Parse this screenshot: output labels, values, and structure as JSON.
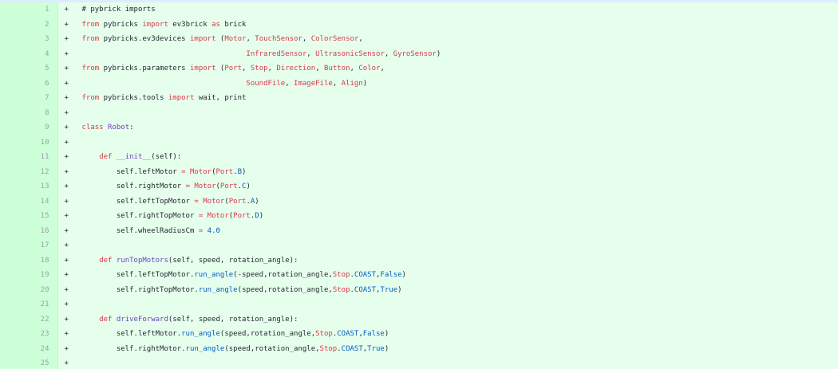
{
  "diff": {
    "marker": "+",
    "lines": [
      {
        "n": "1",
        "tokens": [
          {
            "c": "txt",
            "t": "# pybrick imports"
          }
        ]
      },
      {
        "n": "2",
        "tokens": [
          {
            "c": "kw",
            "t": "from"
          },
          {
            "c": "txt",
            "t": " pybricks "
          },
          {
            "c": "kw",
            "t": "import"
          },
          {
            "c": "txt",
            "t": " ev3brick "
          },
          {
            "c": "kw",
            "t": "as"
          },
          {
            "c": "txt",
            "t": " brick"
          }
        ]
      },
      {
        "n": "3",
        "tokens": [
          {
            "c": "kw",
            "t": "from"
          },
          {
            "c": "txt",
            "t": " pybricks.ev3devices "
          },
          {
            "c": "kw",
            "t": "import"
          },
          {
            "c": "txt",
            "t": " ("
          },
          {
            "c": "kw",
            "t": "Motor"
          },
          {
            "c": "txt",
            "t": ", "
          },
          {
            "c": "kw",
            "t": "TouchSensor"
          },
          {
            "c": "txt",
            "t": ", "
          },
          {
            "c": "kw",
            "t": "ColorSensor"
          },
          {
            "c": "txt",
            "t": ","
          }
        ]
      },
      {
        "n": "4",
        "tokens": [
          {
            "c": "txt",
            "t": "                                      "
          },
          {
            "c": "kw",
            "t": "InfraredSensor"
          },
          {
            "c": "txt",
            "t": ", "
          },
          {
            "c": "kw",
            "t": "UltrasonicSensor"
          },
          {
            "c": "txt",
            "t": ", "
          },
          {
            "c": "kw",
            "t": "GyroSensor"
          },
          {
            "c": "txt",
            "t": ")"
          }
        ]
      },
      {
        "n": "5",
        "tokens": [
          {
            "c": "kw",
            "t": "from"
          },
          {
            "c": "txt",
            "t": " pybricks.parameters "
          },
          {
            "c": "kw",
            "t": "import"
          },
          {
            "c": "txt",
            "t": " ("
          },
          {
            "c": "kw",
            "t": "Port"
          },
          {
            "c": "txt",
            "t": ", "
          },
          {
            "c": "kw",
            "t": "Stop"
          },
          {
            "c": "txt",
            "t": ", "
          },
          {
            "c": "kw",
            "t": "Direction"
          },
          {
            "c": "txt",
            "t": ", "
          },
          {
            "c": "kw",
            "t": "Button"
          },
          {
            "c": "txt",
            "t": ", "
          },
          {
            "c": "kw",
            "t": "Color"
          },
          {
            "c": "txt",
            "t": ","
          }
        ]
      },
      {
        "n": "6",
        "tokens": [
          {
            "c": "txt",
            "t": "                                      "
          },
          {
            "c": "kw",
            "t": "SoundFile"
          },
          {
            "c": "txt",
            "t": ", "
          },
          {
            "c": "kw",
            "t": "ImageFile"
          },
          {
            "c": "txt",
            "t": ", "
          },
          {
            "c": "kw",
            "t": "Align"
          },
          {
            "c": "txt",
            "t": ")"
          }
        ]
      },
      {
        "n": "7",
        "tokens": [
          {
            "c": "kw",
            "t": "from"
          },
          {
            "c": "txt",
            "t": " pybricks.tools "
          },
          {
            "c": "kw",
            "t": "import"
          },
          {
            "c": "txt",
            "t": " wait, print"
          }
        ]
      },
      {
        "n": "8",
        "tokens": []
      },
      {
        "n": "9",
        "tokens": [
          {
            "c": "kw",
            "t": "class"
          },
          {
            "c": "txt",
            "t": " "
          },
          {
            "c": "nm",
            "t": "Robot"
          },
          {
            "c": "txt",
            "t": ":"
          }
        ]
      },
      {
        "n": "10",
        "tokens": []
      },
      {
        "n": "11",
        "tokens": [
          {
            "c": "txt",
            "t": "    "
          },
          {
            "c": "kw",
            "t": "def"
          },
          {
            "c": "txt",
            "t": " "
          },
          {
            "c": "nm",
            "t": "__init__"
          },
          {
            "c": "txt",
            "t": "(self):"
          }
        ]
      },
      {
        "n": "12",
        "tokens": [
          {
            "c": "txt",
            "t": "        self.leftMotor "
          },
          {
            "c": "kw",
            "t": "="
          },
          {
            "c": "txt",
            "t": " "
          },
          {
            "c": "kw",
            "t": "Motor"
          },
          {
            "c": "txt",
            "t": "("
          },
          {
            "c": "kw",
            "t": "Port"
          },
          {
            "c": "txt",
            "t": "."
          },
          {
            "c": "cn",
            "t": "B"
          },
          {
            "c": "txt",
            "t": ")"
          }
        ]
      },
      {
        "n": "13",
        "tokens": [
          {
            "c": "txt",
            "t": "        self.rightMotor "
          },
          {
            "c": "kw",
            "t": "="
          },
          {
            "c": "txt",
            "t": " "
          },
          {
            "c": "kw",
            "t": "Motor"
          },
          {
            "c": "txt",
            "t": "("
          },
          {
            "c": "kw",
            "t": "Port"
          },
          {
            "c": "txt",
            "t": "."
          },
          {
            "c": "cn",
            "t": "C"
          },
          {
            "c": "txt",
            "t": ")"
          }
        ]
      },
      {
        "n": "14",
        "tokens": [
          {
            "c": "txt",
            "t": "        self.leftTopMotor "
          },
          {
            "c": "kw",
            "t": "="
          },
          {
            "c": "txt",
            "t": " "
          },
          {
            "c": "kw",
            "t": "Motor"
          },
          {
            "c": "txt",
            "t": "("
          },
          {
            "c": "kw",
            "t": "Port"
          },
          {
            "c": "txt",
            "t": "."
          },
          {
            "c": "cn",
            "t": "A"
          },
          {
            "c": "txt",
            "t": ")"
          }
        ]
      },
      {
        "n": "15",
        "tokens": [
          {
            "c": "txt",
            "t": "        self.rightTopMotor "
          },
          {
            "c": "kw",
            "t": "="
          },
          {
            "c": "txt",
            "t": " "
          },
          {
            "c": "kw",
            "t": "Motor"
          },
          {
            "c": "txt",
            "t": "("
          },
          {
            "c": "kw",
            "t": "Port"
          },
          {
            "c": "txt",
            "t": "."
          },
          {
            "c": "cn",
            "t": "D"
          },
          {
            "c": "txt",
            "t": ")"
          }
        ]
      },
      {
        "n": "16",
        "tokens": [
          {
            "c": "txt",
            "t": "        self.wheelRadiusCm "
          },
          {
            "c": "kw",
            "t": "="
          },
          {
            "c": "txt",
            "t": " "
          },
          {
            "c": "cn",
            "t": "4.0"
          }
        ]
      },
      {
        "n": "17",
        "tokens": []
      },
      {
        "n": "18",
        "tokens": [
          {
            "c": "txt",
            "t": "    "
          },
          {
            "c": "kw",
            "t": "def"
          },
          {
            "c": "txt",
            "t": " "
          },
          {
            "c": "nm",
            "t": "runTopMotors"
          },
          {
            "c": "txt",
            "t": "(self, speed, rotation_angle):"
          }
        ]
      },
      {
        "n": "19",
        "tokens": [
          {
            "c": "txt",
            "t": "        self.leftTopMotor."
          },
          {
            "c": "cn",
            "t": "run_angle"
          },
          {
            "c": "txt",
            "t": "(-speed,rotation_angle,"
          },
          {
            "c": "kw",
            "t": "Stop"
          },
          {
            "c": "txt",
            "t": "."
          },
          {
            "c": "cn",
            "t": "COAST"
          },
          {
            "c": "txt",
            "t": ","
          },
          {
            "c": "cn",
            "t": "False"
          },
          {
            "c": "txt",
            "t": ")"
          }
        ]
      },
      {
        "n": "20",
        "tokens": [
          {
            "c": "txt",
            "t": "        self.rightTopMotor."
          },
          {
            "c": "cn",
            "t": "run_angle"
          },
          {
            "c": "txt",
            "t": "(speed,rotation_angle,"
          },
          {
            "c": "kw",
            "t": "Stop"
          },
          {
            "c": "txt",
            "t": "."
          },
          {
            "c": "cn",
            "t": "COAST"
          },
          {
            "c": "txt",
            "t": ","
          },
          {
            "c": "cn",
            "t": "True"
          },
          {
            "c": "txt",
            "t": ")"
          }
        ]
      },
      {
        "n": "21",
        "tokens": []
      },
      {
        "n": "22",
        "tokens": [
          {
            "c": "txt",
            "t": "    "
          },
          {
            "c": "kw",
            "t": "def"
          },
          {
            "c": "txt",
            "t": " "
          },
          {
            "c": "nm",
            "t": "driveForward"
          },
          {
            "c": "txt",
            "t": "(self, speed, rotation_angle):"
          }
        ]
      },
      {
        "n": "23",
        "tokens": [
          {
            "c": "txt",
            "t": "        self.leftMotor."
          },
          {
            "c": "cn",
            "t": "run_angle"
          },
          {
            "c": "txt",
            "t": "(speed,rotation_angle,"
          },
          {
            "c": "kw",
            "t": "Stop"
          },
          {
            "c": "txt",
            "t": "."
          },
          {
            "c": "cn",
            "t": "COAST"
          },
          {
            "c": "txt",
            "t": ","
          },
          {
            "c": "cn",
            "t": "False"
          },
          {
            "c": "txt",
            "t": ")"
          }
        ]
      },
      {
        "n": "24",
        "tokens": [
          {
            "c": "txt",
            "t": "        self.rightMotor."
          },
          {
            "c": "cn",
            "t": "run_angle"
          },
          {
            "c": "txt",
            "t": "(speed,rotation_angle,"
          },
          {
            "c": "kw",
            "t": "Stop"
          },
          {
            "c": "txt",
            "t": "."
          },
          {
            "c": "cn",
            "t": "COAST"
          },
          {
            "c": "txt",
            "t": ","
          },
          {
            "c": "cn",
            "t": "True"
          },
          {
            "c": "txt",
            "t": ")"
          }
        ]
      },
      {
        "n": "25",
        "tokens": []
      }
    ]
  }
}
